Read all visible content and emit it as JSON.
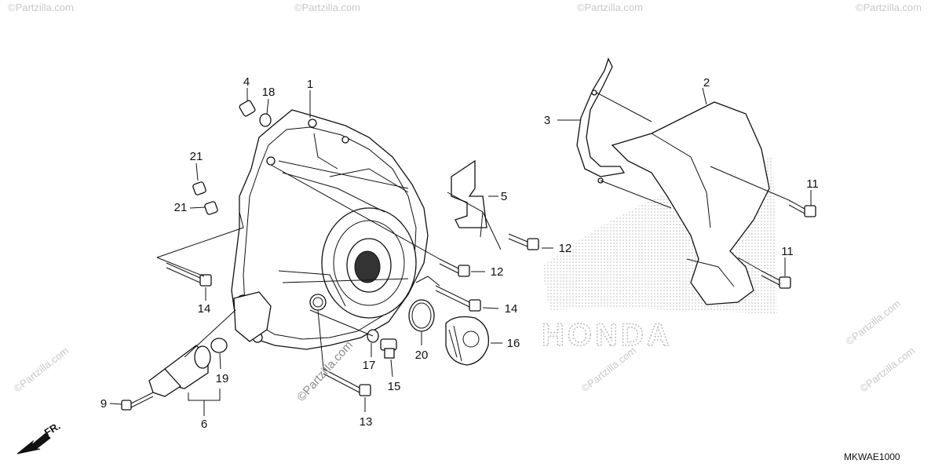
{
  "diagram": {
    "code": "MKWAE1000",
    "direction_marker": "FR.",
    "watermark": "©Partzilla.com",
    "brand_watermark": "HONDA",
    "callouts": [
      {
        "id": "c1",
        "label": "1"
      },
      {
        "id": "c2",
        "label": "2"
      },
      {
        "id": "c3",
        "label": "3"
      },
      {
        "id": "c4",
        "label": "4"
      },
      {
        "id": "c5",
        "label": "5"
      },
      {
        "id": "c6",
        "label": "6"
      },
      {
        "id": "c9",
        "label": "9"
      },
      {
        "id": "c11a",
        "label": "11"
      },
      {
        "id": "c11b",
        "label": "11"
      },
      {
        "id": "c12a",
        "label": "12"
      },
      {
        "id": "c12b",
        "label": "12"
      },
      {
        "id": "c13",
        "label": "13"
      },
      {
        "id": "c14a",
        "label": "14"
      },
      {
        "id": "c14b",
        "label": "14"
      },
      {
        "id": "c15",
        "label": "15"
      },
      {
        "id": "c16",
        "label": "16"
      },
      {
        "id": "c17",
        "label": "17"
      },
      {
        "id": "c18",
        "label": "18"
      },
      {
        "id": "c19",
        "label": "19"
      },
      {
        "id": "c20",
        "label": "20"
      },
      {
        "id": "c21a",
        "label": "21"
      },
      {
        "id": "c21b",
        "label": "21"
      }
    ]
  }
}
